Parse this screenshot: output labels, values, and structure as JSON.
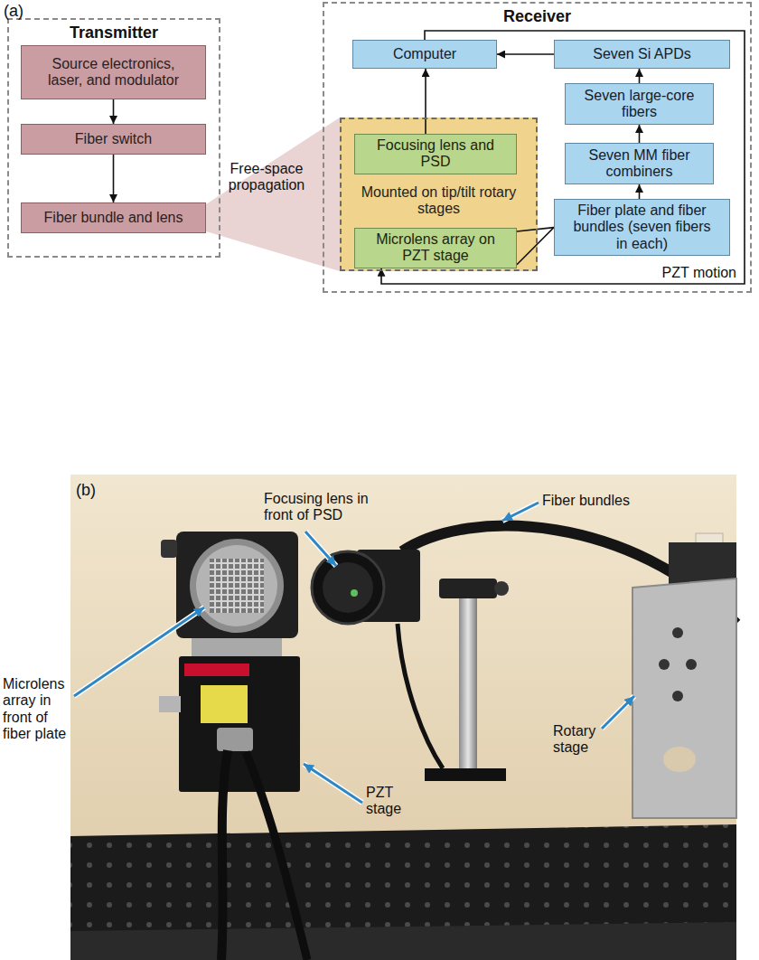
{
  "diagram": {
    "nodes": [
      {
        "text": [
          "Transmitter"
        ]
      },
      {
        "text": [
          "Source electronics, laser, and modulator"
        ],
        "in": 0
      },
      {
        "text": [
          "Fiber switch"
        ],
        "in": 0
      },
      {
        "text": [
          "Fiber bundle and lens"
        ],
        "in": 0
      },
      {
        "text": [
          "Receiver"
        ]
      },
      {
        "text": [
          "Computer"
        ],
        "in": 4
      },
      {
        "text": [
          "Seven Si APDs"
        ],
        "in": 4
      },
      {
        "text": [
          "Seven large-core fibers"
        ],
        "in": 4
      },
      {
        "text": [
          "Mounted on tip/tilt rotary stages"
        ],
        "in": 4
      },
      {
        "text": [
          "Focusing lens and PSD"
        ],
        "in": 8
      },
      {
        "text": [
          "Microlens array on PZT stage"
        ],
        "in": 8
      },
      {
        "text": [
          "Seven MM fiber combiners"
        ],
        "in": 4
      },
      {
        "text": [
          "Fiber plate and fiber bundles (seven fibers in each)"
        ],
        "in": 4
      }
    ],
    "edges": [
      {
        "from": 1,
        "to": 2,
        "arrow": "to"
      },
      {
        "from": 2,
        "to": 3,
        "arrow": "to"
      },
      {
        "from": 6,
        "to": 5,
        "arrow": "to"
      },
      {
        "from": 7,
        "to": 6,
        "arrow": "to"
      },
      {
        "from": 11,
        "to": 7,
        "arrow": "to"
      },
      {
        "from": 12,
        "to": 11,
        "arrow": "to"
      },
      {
        "from": 9,
        "to": 5,
        "arrow": "to"
      },
      {
        "from": 10,
        "to": 12,
        "arrow": "none"
      },
      {
        "from": 5,
        "to": 10,
        "label": "PZT motion",
        "arrow": "to"
      }
    ],
    "labels": [
      "(a)",
      "Free-space propagation",
      "(b)",
      "Microlens array in front of fiber plate",
      "Focusing lens in front of PSD",
      "Fiber bundles",
      "PZT stage",
      "Rotary stage"
    ]
  }
}
